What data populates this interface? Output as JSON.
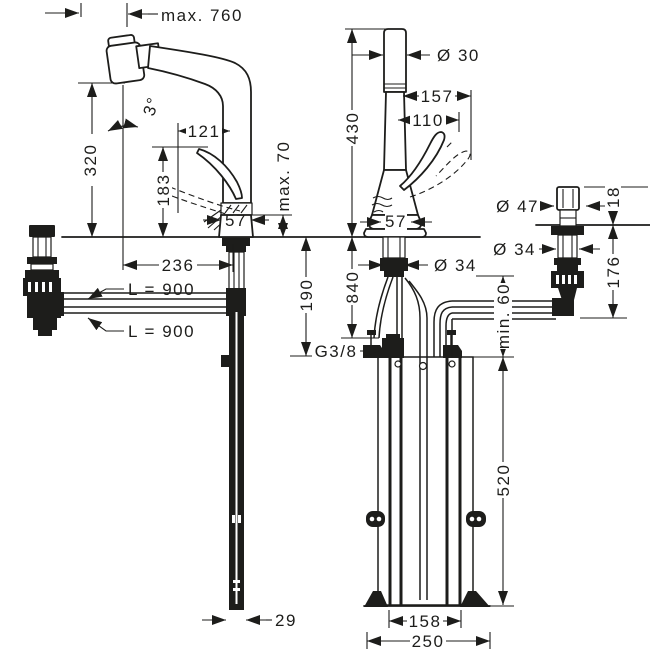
{
  "drawing": {
    "kind": "faucet-installation-dimension-drawing",
    "colors": {
      "line": "#1d1d1b",
      "background": "#ffffff"
    },
    "labels": {
      "pullout_max": "max. 760",
      "front_height": "320",
      "swivel_angle": "3°",
      "front_handle_offset": "121",
      "front_handle_height": "183",
      "deck_thickness_max": "max. 70",
      "front_base_width": "57",
      "front_reach": "236",
      "hose_length_top": "L = 900",
      "hose_length_bottom": "L = 900",
      "hose_end_width": "29",
      "spout_diameter": "Ø 30",
      "side_total_height": "430",
      "side_handle_reach_max": "157",
      "side_handle_reach": "110",
      "side_base_width": "57",
      "side_shank_diameter": "Ø 34",
      "below_counter_clearance": "190",
      "connection_length": "840",
      "thread_size": "G3/8",
      "sbox_height": "520",
      "sbox_inner_width": "158",
      "sbox_outer_width": "250",
      "valve_cap_diameter": "Ø 47",
      "valve_shank_diameter": "Ø 34",
      "valve_cap_height": "18",
      "valve_below_counter": "176",
      "min_clearance": "min. 60"
    }
  }
}
